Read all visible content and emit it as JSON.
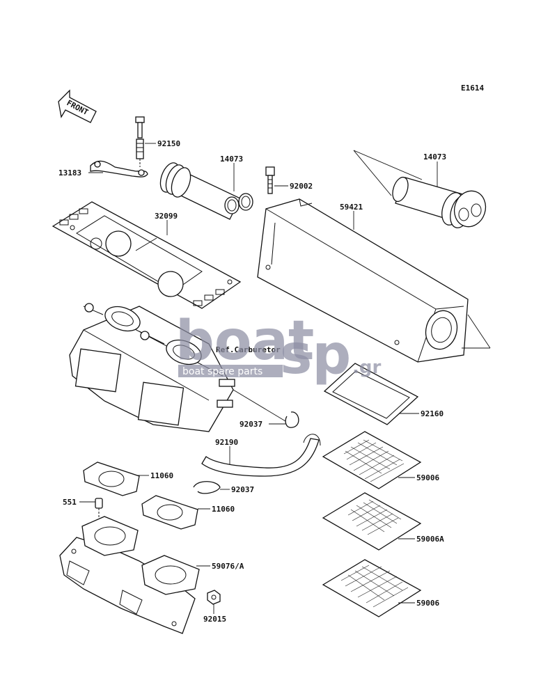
{
  "diagram_code": "E1614",
  "front_label": "FRONT",
  "reference_label": "Ref.Carburetor",
  "watermark": {
    "brand_left": "boat",
    "brand_right": "sp",
    "suffix": ".gr",
    "tagline": "boat spare parts",
    "color": "#8d8fa3"
  },
  "parts": [
    {
      "id": "p-92150",
      "number": "92150"
    },
    {
      "id": "p-13183",
      "number": "13183"
    },
    {
      "id": "p-14073-left",
      "number": "14073"
    },
    {
      "id": "p-92002",
      "number": "92002"
    },
    {
      "id": "p-14073-right",
      "number": "14073"
    },
    {
      "id": "p-32099",
      "number": "32099"
    },
    {
      "id": "p-59421",
      "number": "59421"
    },
    {
      "id": "p-92037-top",
      "number": "92037"
    },
    {
      "id": "p-92160",
      "number": "92160"
    },
    {
      "id": "p-92190",
      "number": "92190"
    },
    {
      "id": "p-11060-top",
      "number": "11060"
    },
    {
      "id": "p-92037-bottom",
      "number": "92037"
    },
    {
      "id": "p-59006-top",
      "number": "59006"
    },
    {
      "id": "p-551",
      "number": "551"
    },
    {
      "id": "p-11060-bottom",
      "number": "11060"
    },
    {
      "id": "p-59006A",
      "number": "59006A"
    },
    {
      "id": "p-59076A",
      "number": "59076/A"
    },
    {
      "id": "p-92015",
      "number": "92015"
    },
    {
      "id": "p-59006-bottom",
      "number": "59006"
    }
  ]
}
